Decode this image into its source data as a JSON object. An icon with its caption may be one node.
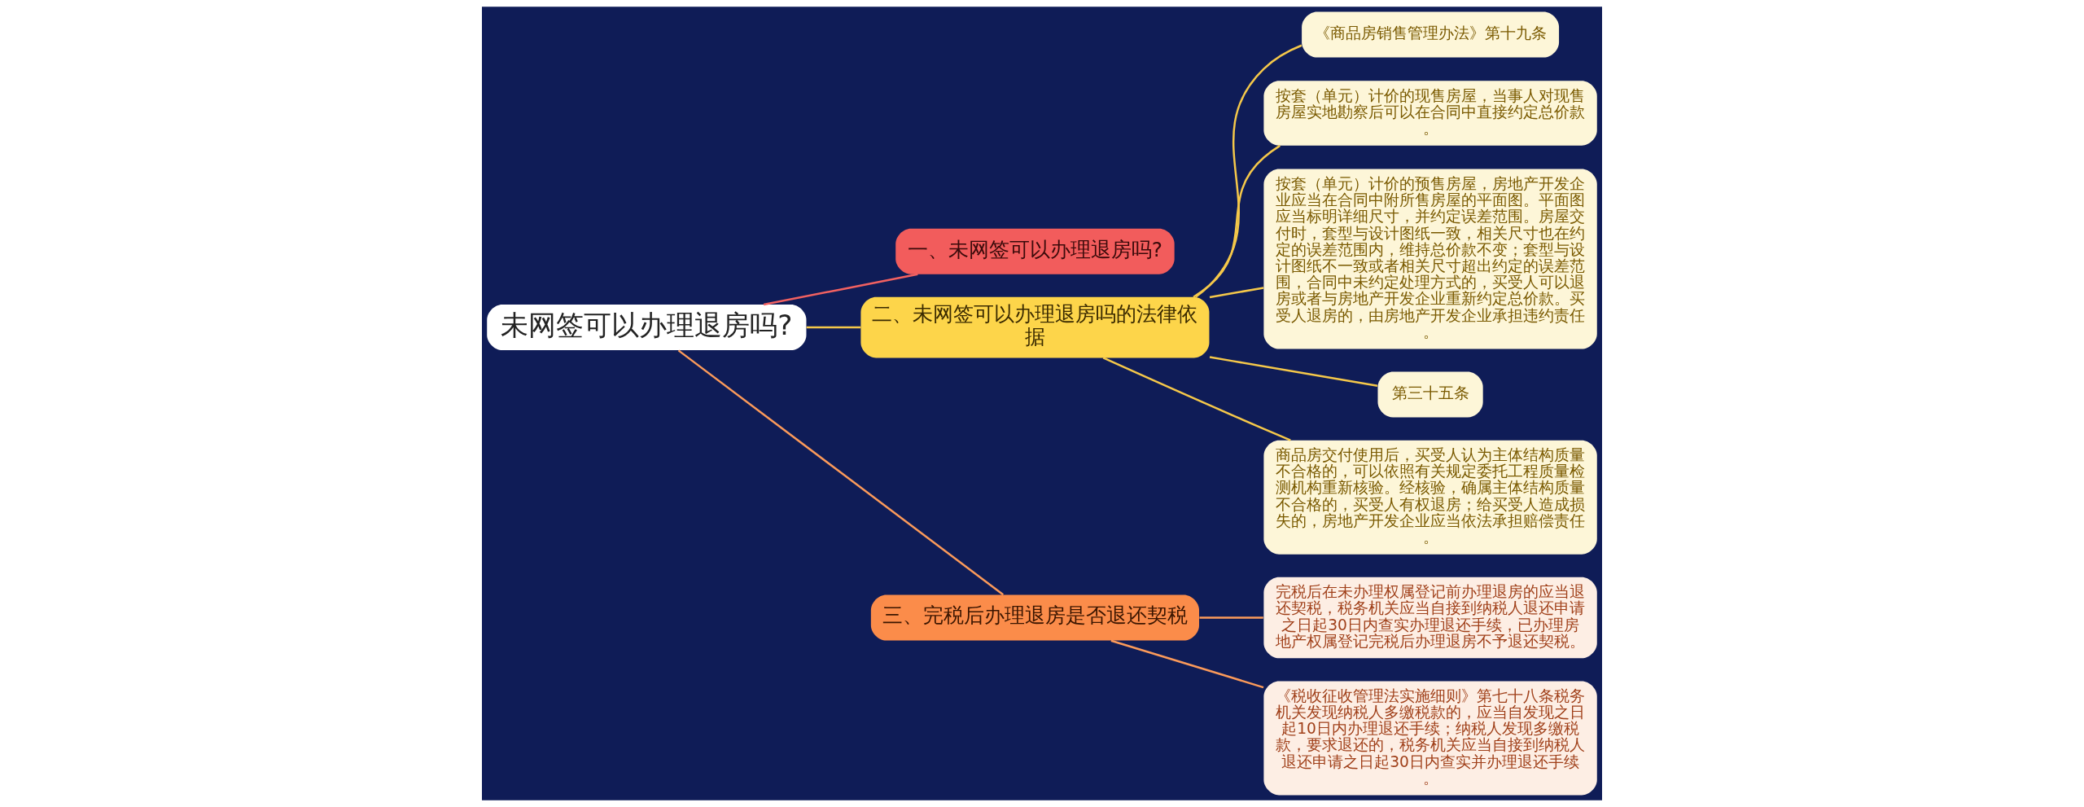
{
  "diagram": {
    "nodes": [
      {
        "text": [
          "未网签可以办理退房吗?"
        ]
      },
      {
        "text": [
          "一、未网签可以办理退房吗?"
        ]
      },
      {
        "text": [
          "二、未网签可以办理退房吗的法律依据"
        ]
      },
      {
        "text": [
          "《商品房销售管理办法》第十九条"
        ]
      },
      {
        "text": [
          "按套（单元）计价的现售房屋，当事人对现售房屋实地勘察后可以在合同中直接约定总价款。"
        ]
      },
      {
        "text": [
          "按套（单元）计价的预售房屋，房地产开发企业应当在合同中附所售房屋的平面图。平面图应当标明详细尺寸，并约定误差范围。房屋交付时，套型与设计图纸一致，相关尺寸也在约定的误差范围内，维持总价款不变；套型与设计图纸不一致或者相关尺寸超出约定的误差范围，合同中未约定处理方式的，买受人可以退房或者与房地产开发企业重新约定总价款。买受人退房的，由房地产开发企业承担违约责任。"
        ]
      },
      {
        "text": [
          "第三十五条"
        ]
      },
      {
        "text": [
          "商品房交付使用后，买受人认为主体结构质量不合格的，可以依照有关规定委托工程质量检测机构重新核验。经核验，确属主体结构质量不合格的，买受人有权退房；给买受人造成损失的，房地产开发企业应当依法承担赔偿责任。"
        ]
      },
      {
        "text": [
          "三、完税后办理退房是否退还契税"
        ]
      },
      {
        "text": [
          "完税后在未办理权属登记前办理退房的应当退还契税，税务机关应当自接到纳税人退还申请之日起30日内查实办理退还手续，已办理房地产权属登记完税后办理退房不予退还契税。"
        ]
      },
      {
        "text": [
          "《税收征收管理法实施细则》第七十八条税务机关发现纳税人多缴税款的，应当自发现之日起10日内办理退还手续；纳税人发现多缴税款，要求退还的，税务机关应当自接到纳税人退还申请之日起30日内查实并办理退还手续。"
        ]
      }
    ],
    "edges": [
      {
        "from": 0,
        "to": 1,
        "arrow": "none",
        "color": "#f26161"
      },
      {
        "from": 0,
        "to": 2,
        "arrow": "none"
      },
      {
        "from": 2,
        "to": 3,
        "arrow": "none"
      },
      {
        "from": 2,
        "to": 4,
        "arrow": "none"
      },
      {
        "from": 2,
        "to": 5,
        "arrow": "none"
      },
      {
        "from": 2,
        "to": 6,
        "arrow": "none"
      },
      {
        "from": 2,
        "to": 7,
        "arrow": "none"
      },
      {
        "from": 0,
        "to": 8,
        "arrow": "none",
        "color": "#fb9a5a"
      },
      {
        "from": 8,
        "to": 9,
        "arrow": "none",
        "color": "#fb9a5a"
      },
      {
        "from": 8,
        "to": 10,
        "arrow": "none",
        "color": "#fb9a5a"
      }
    ]
  }
}
